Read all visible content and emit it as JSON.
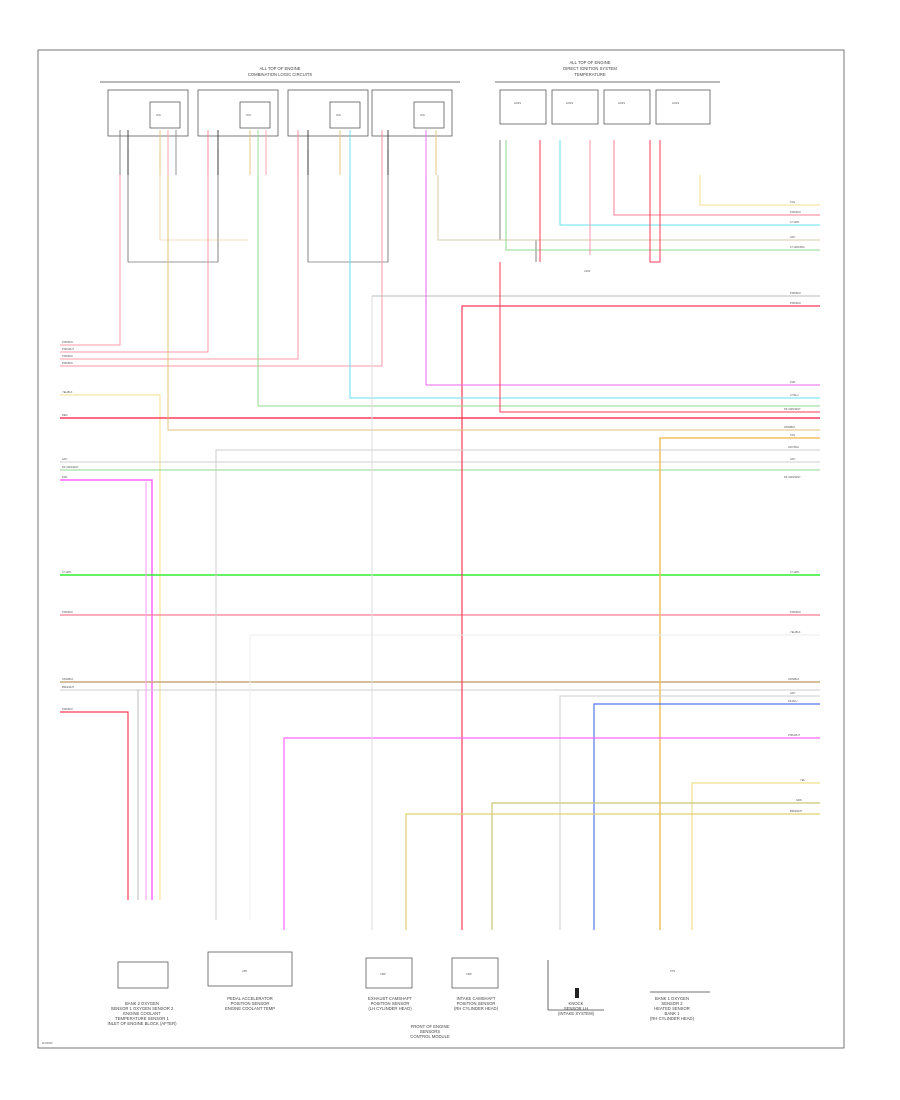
{
  "diagram": {
    "header_left_title": [
      "ALL TOP OF ENGINE",
      "COMBINATION LOGIC CIRCUITS"
    ],
    "header_right_title": [
      "ALL TOP OF ENGINE",
      "DIRECT IGNITION SYSTEM",
      "TEMPERATURE"
    ],
    "connector_label": "C200",
    "captions": {
      "c1": [
        "BANK 2 OXYGEN",
        "SENSOR 1 OXYGEN SENSOR 2",
        "ENGINE COOLANT",
        "TEMPERATURE SENSOR 1",
        "INLET OF ENGINE BLOCK (AFTER)"
      ],
      "c2": [
        "PEDAL ACCELERATOR",
        "POSITION SENSOR",
        "ENGINE COOLANT TEMP"
      ],
      "c3": [
        "EXHAUST CAMSHAFT",
        "POSITION SENSOR",
        "(LH CYLINDER HEAD)"
      ],
      "c4": [
        "INTAKE CAMSHAFT",
        "POSITION SENSOR",
        "(RH CYLINDER HEAD)"
      ],
      "c5": [
        "KNOCK",
        "SENSOR LH",
        "(INTAKE SYSTEM)"
      ],
      "c6": [
        "BANK 1 OXYGEN",
        "SENSOR 2",
        "HEATED SENSOR",
        "BANK 1",
        "(RH CYLINDER HEAD)"
      ],
      "bottom_center": [
        "FRONT OF ENGINE",
        "SENSORS",
        "CONTROL MODULE"
      ],
      "page_ref": "W-00023"
    },
    "left_wire_labels": [
      "PNK/BLK",
      "PNK/WHT",
      "PNK/BLK",
      "PNK/BLK",
      "YEL/BLK",
      "RED",
      "GRY",
      "DK GRN/WHT",
      "PNK",
      "LT GRN",
      "PNK/BLK",
      "ORN/BLK",
      "BRN/WHT",
      "PNK/BLK"
    ],
    "right_wire_labels": [
      "TAN",
      "PNK/BLK",
      "LT GRN",
      "GRY",
      "LT GRN/BLK",
      "PNK/BLK",
      "PNK/BLK",
      "PNK",
      "LT BLU",
      "DK GRN/WHT",
      "ORN/BLK",
      "TAN",
      "GRY/BLK",
      "GRY",
      "DK GRN/WHT",
      "LT GRN",
      "PNK/BLK",
      "YEL/BLK",
      "ORN/BLK",
      "GRY",
      "DK BLU",
      "PNK/WHT",
      "YEL",
      "GRN",
      "BRN/WHT"
    ],
    "component_labels": [
      "HO2S",
      "HO2S",
      "HO2S",
      "HO2S",
      "IGN",
      "IGN",
      "IGN",
      "IGN",
      "APP",
      "CMP",
      "CMP",
      "TPS"
    ]
  }
}
